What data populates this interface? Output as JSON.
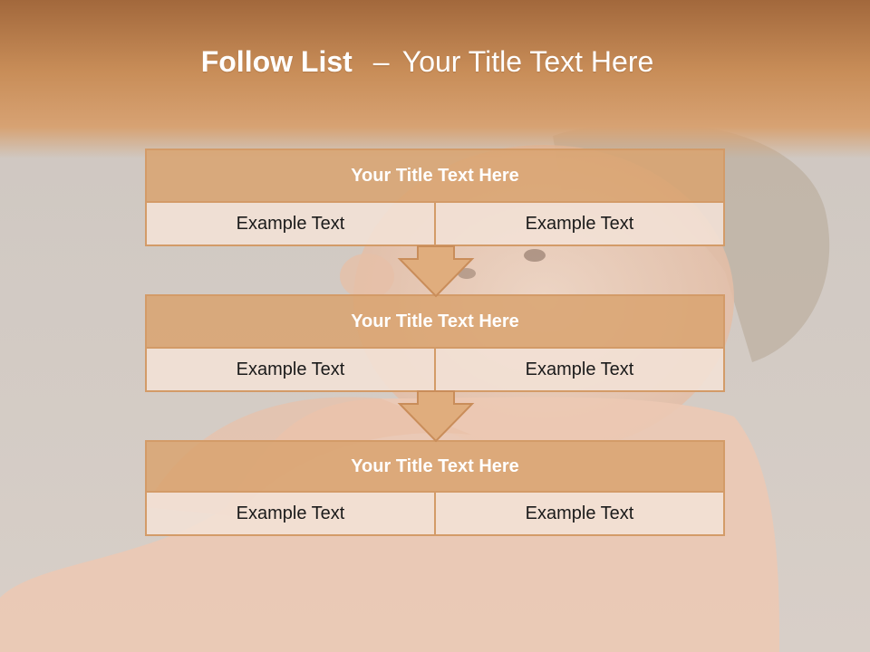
{
  "slide": {
    "title_bold": "Follow List",
    "title_dash": "–",
    "title_rest": "Your Title Text Here"
  },
  "blocks": [
    {
      "heading": "Your Title Text Here",
      "left_text": "Example Text",
      "right_text": "Example Text"
    },
    {
      "heading": "Your Title Text Here",
      "left_text": "Example Text",
      "right_text": "Example Text"
    },
    {
      "heading": "Your Title Text Here",
      "left_text": "Example Text",
      "right_text": "Example Text"
    }
  ],
  "colors": {
    "header_band": "#c58a55",
    "block_heading_fill": "#d9a370",
    "block_border": "#d39b68",
    "cell_fill": "#f2e1d6",
    "arrow_fill": "#e0ad7d"
  }
}
